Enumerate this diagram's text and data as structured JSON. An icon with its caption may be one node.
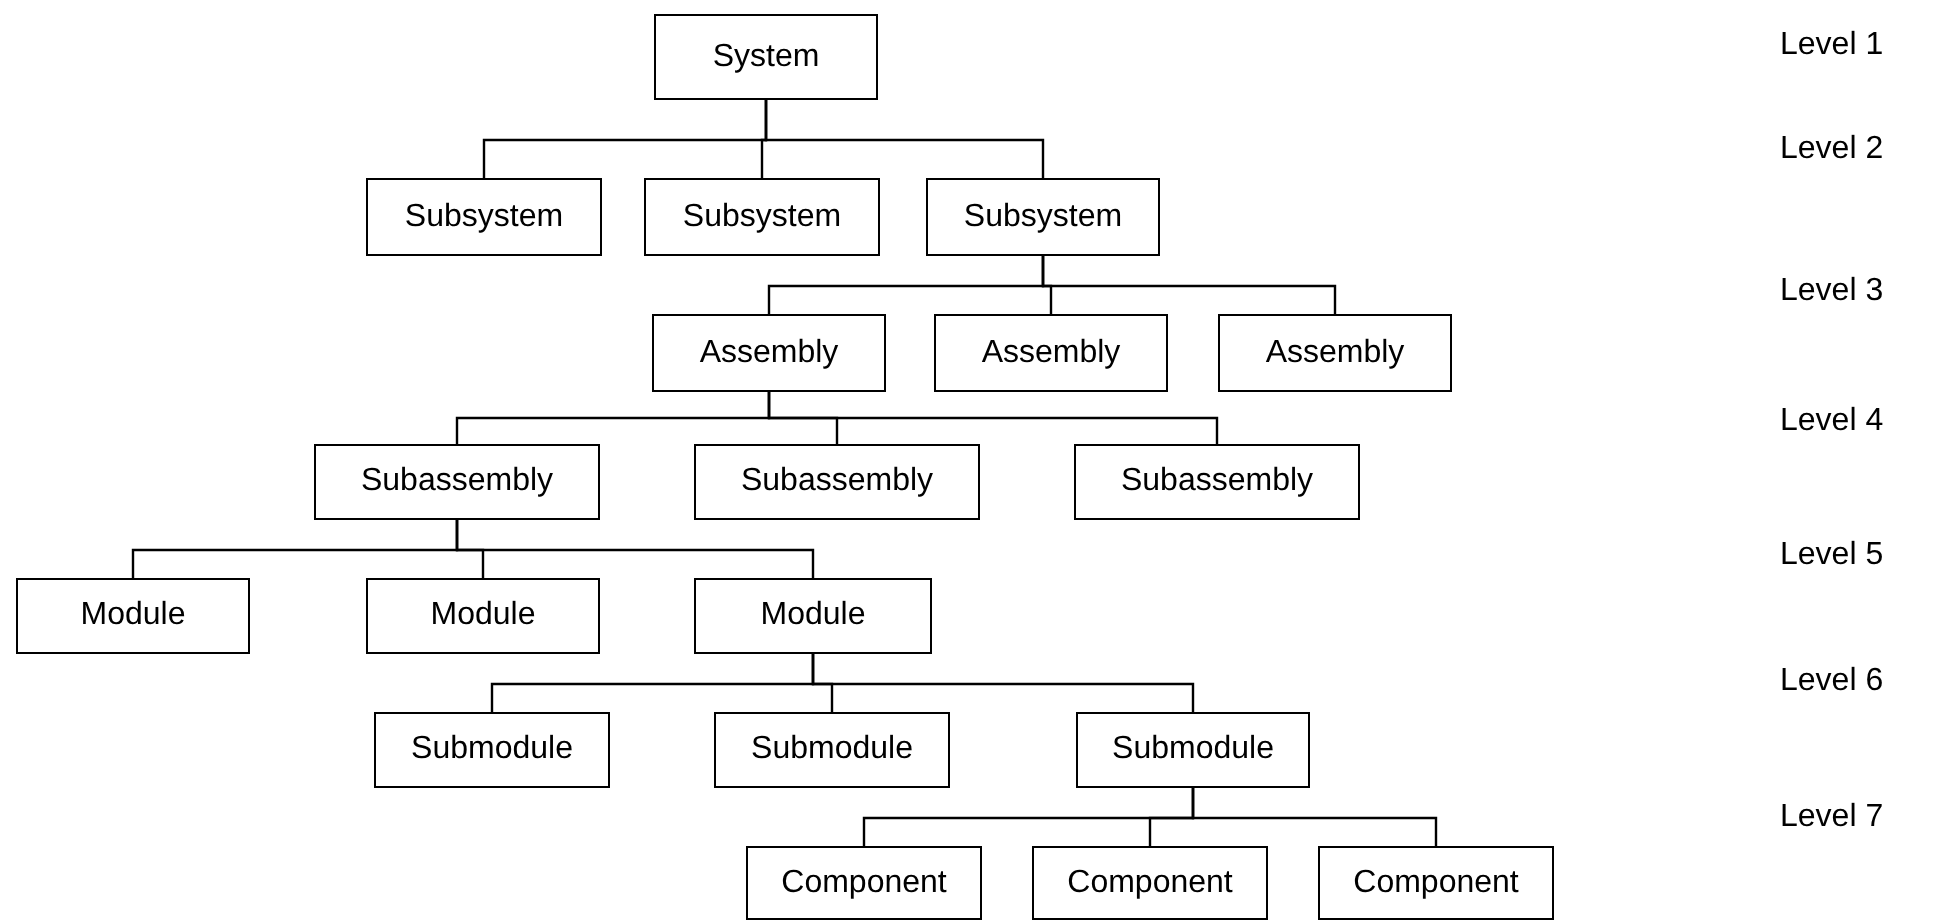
{
  "diagram": {
    "nodes": [
      {
        "text": [
          "System"
        ]
      },
      {
        "text": [
          "Subsystem"
        ]
      },
      {
        "text": [
          "Subsystem"
        ]
      },
      {
        "text": [
          "Subsystem"
        ]
      },
      {
        "text": [
          "Assembly"
        ]
      },
      {
        "text": [
          "Assembly"
        ]
      },
      {
        "text": [
          "Assembly"
        ]
      },
      {
        "text": [
          "Subassembly"
        ]
      },
      {
        "text": [
          "Subassembly"
        ]
      },
      {
        "text": [
          "Subassembly"
        ]
      },
      {
        "text": [
          "Module"
        ]
      },
      {
        "text": [
          "Module"
        ]
      },
      {
        "text": [
          "Module"
        ]
      },
      {
        "text": [
          "Submodule"
        ]
      },
      {
        "text": [
          "Submodule"
        ]
      },
      {
        "text": [
          "Submodule"
        ]
      },
      {
        "text": [
          "Component"
        ]
      },
      {
        "text": [
          "Component"
        ]
      },
      {
        "text": [
          "Component"
        ]
      }
    ],
    "edges": [
      {
        "from": 0,
        "to": 1,
        "arrow": "none"
      },
      {
        "from": 0,
        "to": 2,
        "arrow": "none"
      },
      {
        "from": 0,
        "to": 3,
        "arrow": "none"
      },
      {
        "from": 3,
        "to": 4,
        "arrow": "none"
      },
      {
        "from": 3,
        "to": 5,
        "arrow": "none"
      },
      {
        "from": 3,
        "to": 6,
        "arrow": "none"
      },
      {
        "from": 4,
        "to": 7,
        "arrow": "none"
      },
      {
        "from": 4,
        "to": 8,
        "arrow": "none"
      },
      {
        "from": 4,
        "to": 9,
        "arrow": "none"
      },
      {
        "from": 7,
        "to": 10,
        "arrow": "none"
      },
      {
        "from": 7,
        "to": 11,
        "arrow": "none"
      },
      {
        "from": 7,
        "to": 12,
        "arrow": "none"
      },
      {
        "from": 12,
        "to": 13,
        "arrow": "none"
      },
      {
        "from": 12,
        "to": 14,
        "arrow": "none"
      },
      {
        "from": 12,
        "to": 15,
        "arrow": "none"
      },
      {
        "from": 15,
        "to": 16,
        "arrow": "none"
      },
      {
        "from": 15,
        "to": 17,
        "arrow": "none"
      },
      {
        "from": 15,
        "to": 18,
        "arrow": "none"
      }
    ],
    "labels": [
      "Level 1",
      "Level 2",
      "Level 3",
      "Level 4",
      "Level 5",
      "Level 6",
      "Level 7"
    ]
  }
}
